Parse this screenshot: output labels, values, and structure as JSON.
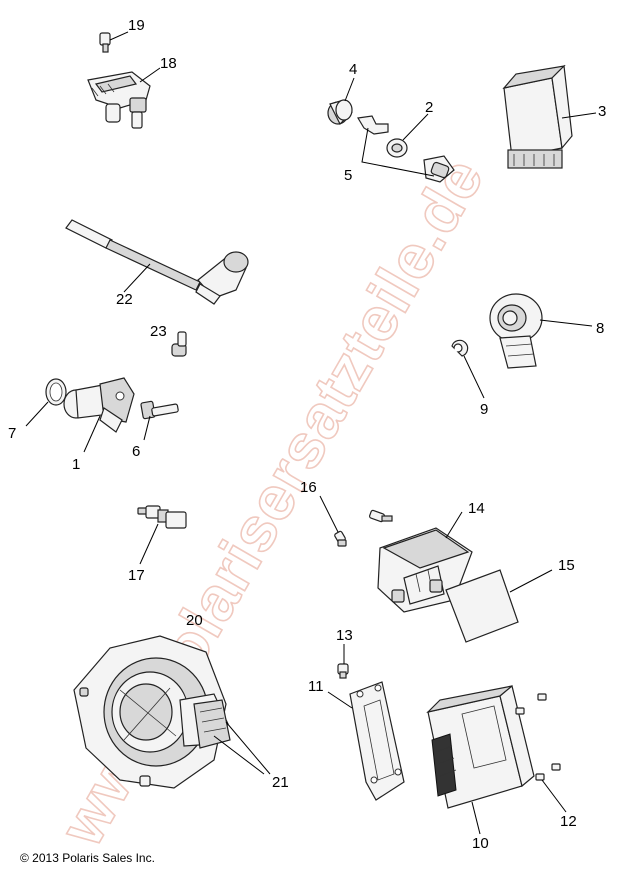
{
  "watermark": "www.polarisersatzteile.de",
  "copyright": "© 2013 Polaris Sales Inc.",
  "callouts": {
    "c1": "1",
    "c2": "2",
    "c3": "3",
    "c4": "4",
    "c5": "5",
    "c6": "6",
    "c7": "7",
    "c8": "8",
    "c9": "9",
    "c10": "10",
    "c11": "11",
    "c12": "12",
    "c13": "13",
    "c14": "14",
    "c15": "15",
    "c16": "16",
    "c17": "17",
    "c18": "18",
    "c19": "19",
    "c20": "20",
    "c21": "21",
    "c22": "22",
    "c23": "23"
  }
}
